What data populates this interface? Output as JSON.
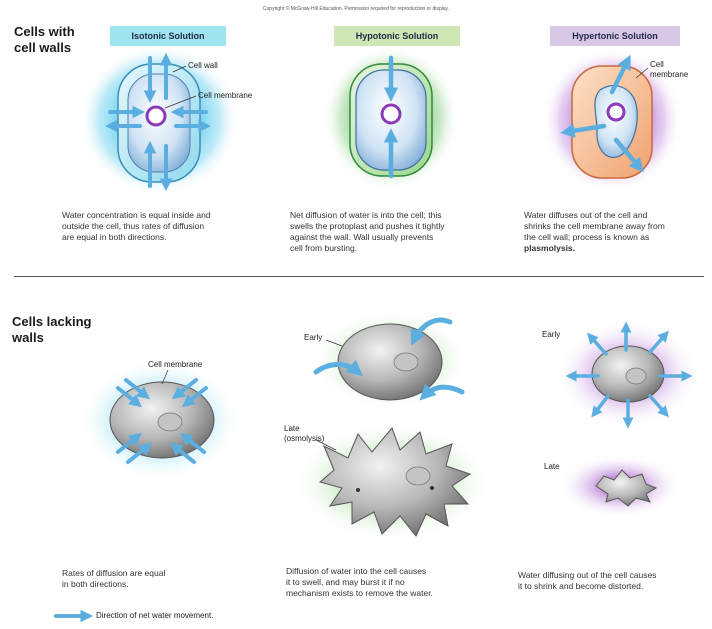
{
  "copyright": "Copyright © McGraw-Hill Education. Permission required for reproduction or display.",
  "sections": {
    "walls_title_line1": "Cells with",
    "walls_title_line2": "cell walls",
    "lacking_title_line1": "Cells lacking",
    "lacking_title_line2": "walls"
  },
  "solutions": [
    {
      "label": "Isotonic Solution",
      "color": "#9ee3f0"
    },
    {
      "label": "Hypotonic Solution",
      "color": "#cfe6b5"
    },
    {
      "label": "Hypertonic Solution",
      "color": "#d9c7e6"
    }
  ],
  "callouts": {
    "cell_wall": "Cell wall",
    "cell_membrane": "Cell membrane",
    "cell_membrane_hyper_line1": "Cell",
    "cell_membrane_hyper_line2": "membrane",
    "cell_membrane_lacking": "Cell membrane",
    "early_hypo": "Early",
    "late_hypo_line1": "Late",
    "late_hypo_line2": "(osmolysis)",
    "early_hyper": "Early",
    "late_hyper": "Late"
  },
  "captions_walls": [
    [
      "Water concentration is equal inside and",
      "outside the cell, thus rates of diffusion",
      "are equal in both directions."
    ],
    [
      "Net diffusion of water is into the cell; this",
      "swells the protoplast and pushes it tightly",
      "against the wall. Wall usually prevents",
      "cell from bursting."
    ],
    [
      "Water diffuses out of the cell and",
      "shrinks the cell membrane away from",
      "the cell wall; process is known as",
      "plasmolysis."
    ]
  ],
  "captions_lacking": [
    [
      "Rates of diffusion are equal",
      "in both directions."
    ],
    [
      "Diffusion of water into the cell causes",
      "it to swell, and may burst it if no",
      "mechanism exists to remove the water."
    ],
    [
      "Water diffusing out of the cell causes",
      "it to shrink and become distorted."
    ]
  ],
  "legend": "Direction of net water movement.",
  "colors": {
    "arrow": "#5aaee0",
    "isotonic_halo": "#6cd0ec",
    "hypotonic_halo": "#6cc06a",
    "hypertonic_halo": "#b06ad0",
    "wall_hypertonic": "#f4b890",
    "cell_gray": "#9a9a9a",
    "nucleus": "#8a3cb8"
  }
}
